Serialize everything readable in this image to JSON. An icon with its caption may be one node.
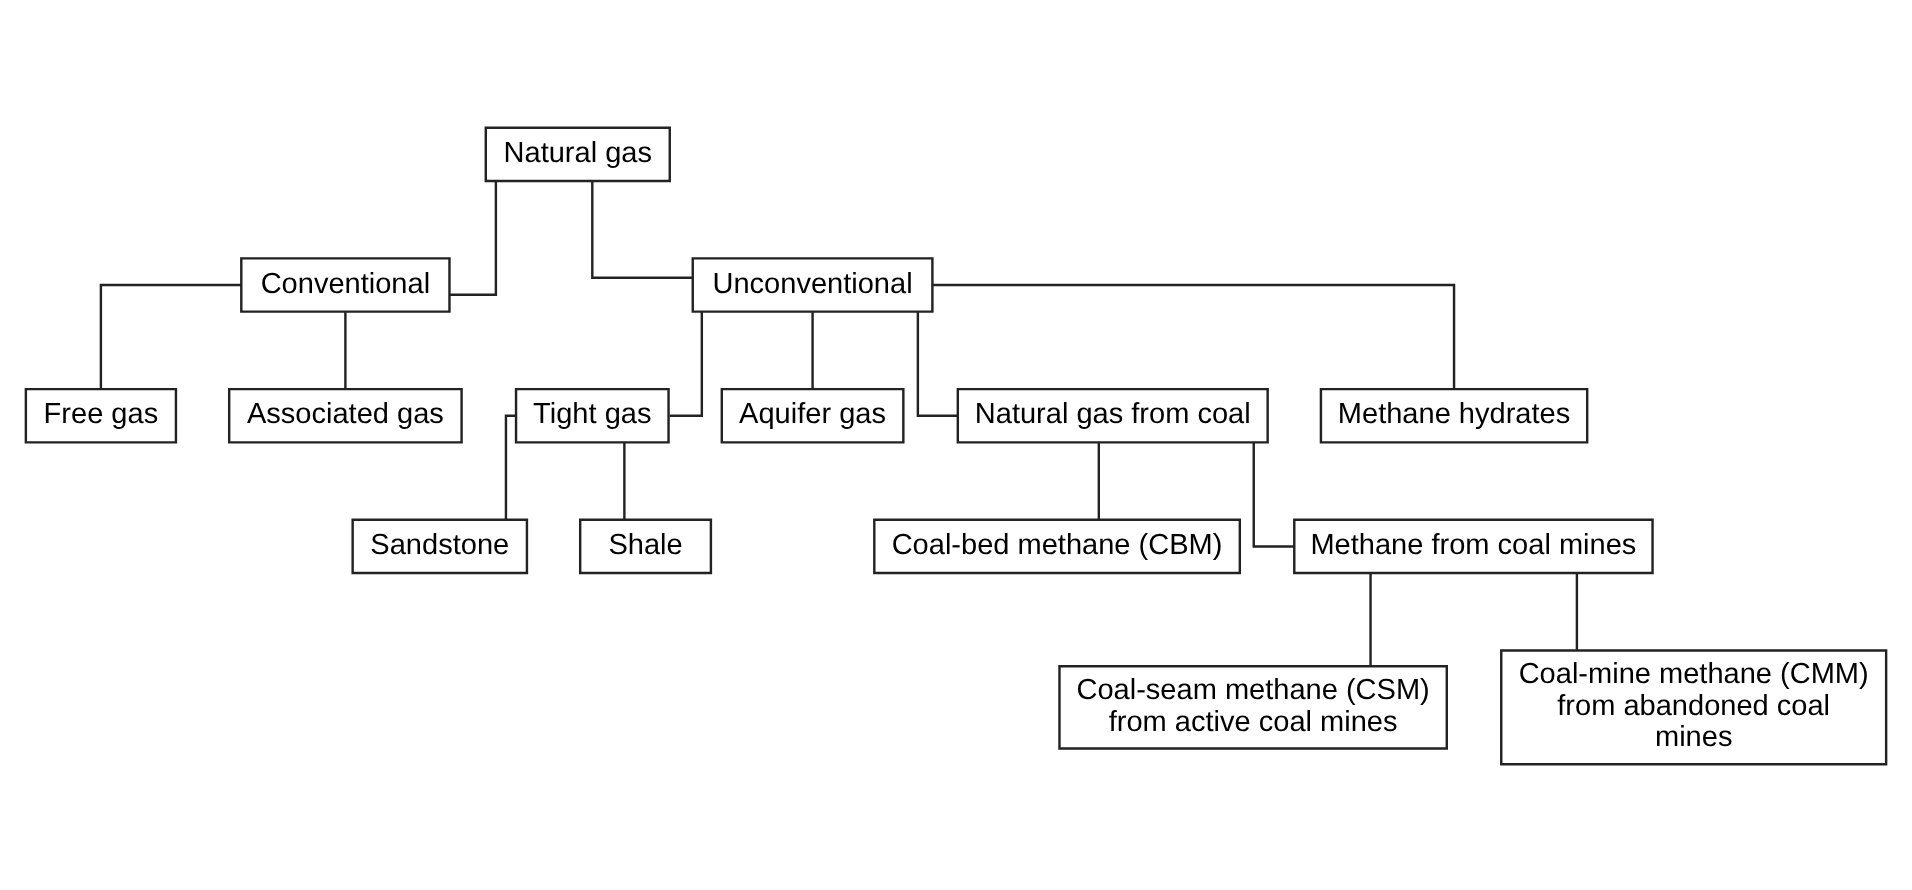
{
  "diagram": {
    "nodes": [
      {
        "text": [
          "Natural gas"
        ]
      },
      {
        "text": [
          "Conventional"
        ]
      },
      {
        "text": [
          "Unconventional"
        ]
      },
      {
        "text": [
          "Free gas"
        ]
      },
      {
        "text": [
          "Associated gas"
        ]
      },
      {
        "text": [
          "Tight gas"
        ]
      },
      {
        "text": [
          "Aquifer gas"
        ]
      },
      {
        "text": [
          "Natural gas from coal"
        ]
      },
      {
        "text": [
          "Methane hydrates"
        ]
      },
      {
        "text": [
          "Sandstone"
        ]
      },
      {
        "text": [
          "Shale"
        ]
      },
      {
        "text": [
          "Coal-bed methane (CBM)"
        ]
      },
      {
        "text": [
          "Methane from coal mines"
        ]
      },
      {
        "text": [
          "Coal-seam methane (CSM) from active coal mines"
        ]
      },
      {
        "text": [
          "Coal-mine methane (CMM) from abandoned coal mines"
        ]
      }
    ],
    "edges": [
      {
        "from": 0,
        "to": 1,
        "arrow": "none"
      },
      {
        "from": 0,
        "to": 2,
        "arrow": "none"
      },
      {
        "from": 1,
        "to": 3,
        "arrow": "none"
      },
      {
        "from": 1,
        "to": 4,
        "arrow": "none"
      },
      {
        "from": 2,
        "to": 5,
        "arrow": "none"
      },
      {
        "from": 2,
        "to": 6,
        "arrow": "none"
      },
      {
        "from": 2,
        "to": 7,
        "arrow": "none"
      },
      {
        "from": 2,
        "to": 8,
        "arrow": "none"
      },
      {
        "from": 5,
        "to": 9,
        "arrow": "none"
      },
      {
        "from": 5,
        "to": 10,
        "arrow": "none"
      },
      {
        "from": 7,
        "to": 11,
        "arrow": "none"
      },
      {
        "from": 7,
        "to": 12,
        "arrow": "none"
      },
      {
        "from": 12,
        "to": 13,
        "arrow": "none"
      },
      {
        "from": 12,
        "to": 14,
        "arrow": "none"
      }
    ]
  }
}
